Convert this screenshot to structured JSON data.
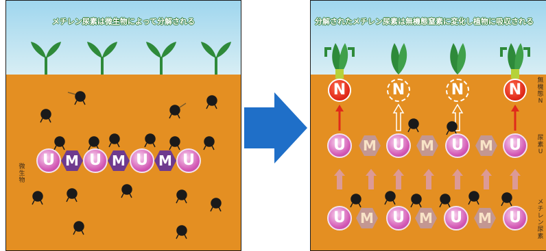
{
  "panel_left": {
    "title": "メチレン尿素は微生物によって分解される",
    "side_label": "微生物",
    "chain": [
      "U",
      "M",
      "U",
      "M",
      "U",
      "M",
      "U"
    ]
  },
  "panel_right": {
    "title": "分解されたメチレン尿素は無機態窒素に変化し植物に吸収される",
    "n_letter": "N",
    "u_letter": "U",
    "m_letter": "M",
    "side_label_1": "無機態N",
    "side_label_2": "尿素U",
    "side_label_3": "メチレン尿素"
  },
  "colors": {
    "sky": "#9fd6ee",
    "soil": "#e48f22",
    "urea": "#d257b4",
    "methylene": "#6e3a8e",
    "nitrogen": "#e02a1a",
    "arrow": "#1f6fc8",
    "sprout": "#2e8a3a"
  }
}
